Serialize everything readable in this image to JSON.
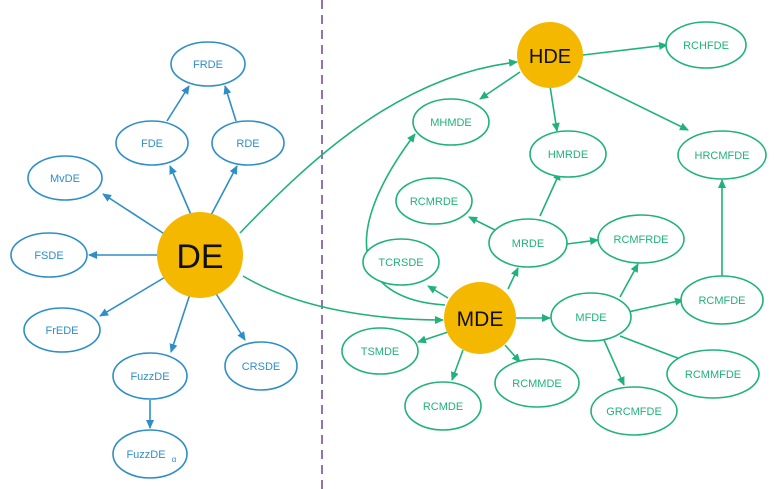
{
  "colors": {
    "blue": "#2e8ec7",
    "green": "#1fb27a",
    "hub_fill": "#f5b800",
    "divider": "#7a4f9c",
    "hub_text": "#111111"
  },
  "nodes": {
    "de": "DE",
    "frde": "FRDE",
    "fde": "FDE",
    "rde": "RDE",
    "mvde": "MvDE",
    "fsde": "FSDE",
    "frede": "FrEDE",
    "fuzzde": "FuzzDE",
    "crsde": "CRSDE",
    "fuzzde_alpha_base": "FuzzDE",
    "fuzzde_alpha_sub": "α",
    "hde": "HDE",
    "rchfde": "RCHFDE",
    "mhmde": "MHMDE",
    "hmrde": "HMRDE",
    "hrcmfde": "HRCMFDE",
    "rcmrde": "RCMRDE",
    "mrde": "MRDE",
    "rcmfrde": "RCMFRDE",
    "tcrsde": "TCRSDE",
    "mde": "MDE",
    "mfde": "MFDE",
    "rcmfde": "RCMFDE",
    "tsmde": "TSMDE",
    "rcmmde": "RCMMDE",
    "rcmde": "RCMDE",
    "rcmmfde": "RCMMFDE",
    "grcmfde": "GRCMFDE"
  }
}
